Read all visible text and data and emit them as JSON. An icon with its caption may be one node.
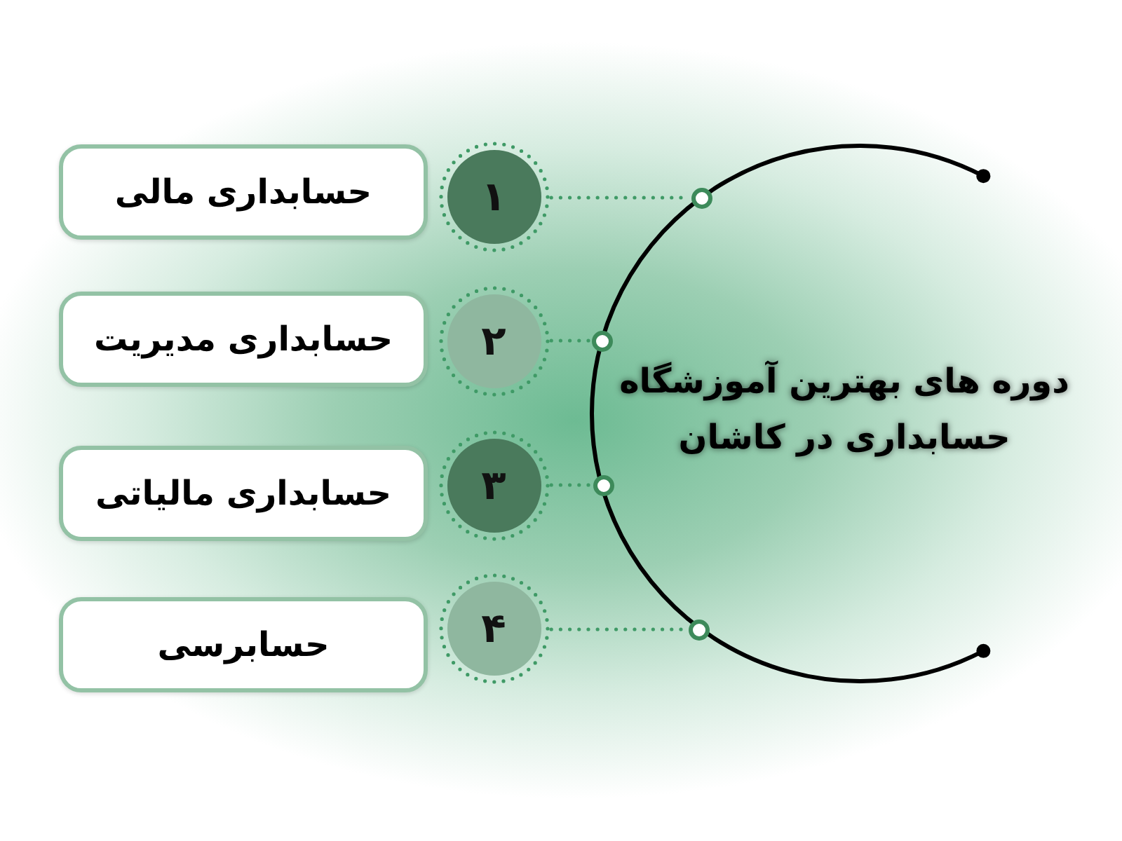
{
  "diagram": {
    "title": "دوره های بهترین آموزشگاه حسابداری در کاشان",
    "nodes": [
      {
        "text": [
          "حسابداری مالی"
        ]
      },
      {
        "text": [
          "۱"
        ]
      },
      {
        "text": [],
        "shape": "circle"
      },
      {
        "text": [
          "حسابداری مدیریت"
        ]
      },
      {
        "text": [
          "۲"
        ]
      },
      {
        "text": [],
        "shape": "circle"
      },
      {
        "text": [
          "حسابداری مالیاتی"
        ]
      },
      {
        "text": [
          "۳"
        ]
      },
      {
        "text": [],
        "shape": "circle"
      },
      {
        "text": [
          "حسابرسی"
        ]
      },
      {
        "text": [
          "۴"
        ]
      },
      {
        "text": [],
        "shape": "circle"
      }
    ],
    "edges": [
      {
        "from": 1,
        "to": 2,
        "arrow": "none",
        "style": "dashed"
      },
      {
        "from": 4,
        "to": 5,
        "arrow": "none",
        "style": "dashed"
      },
      {
        "from": 7,
        "to": 8,
        "arrow": "none",
        "style": "dashed"
      },
      {
        "from": 10,
        "to": 11,
        "arrow": "none",
        "style": "dashed"
      }
    ]
  }
}
